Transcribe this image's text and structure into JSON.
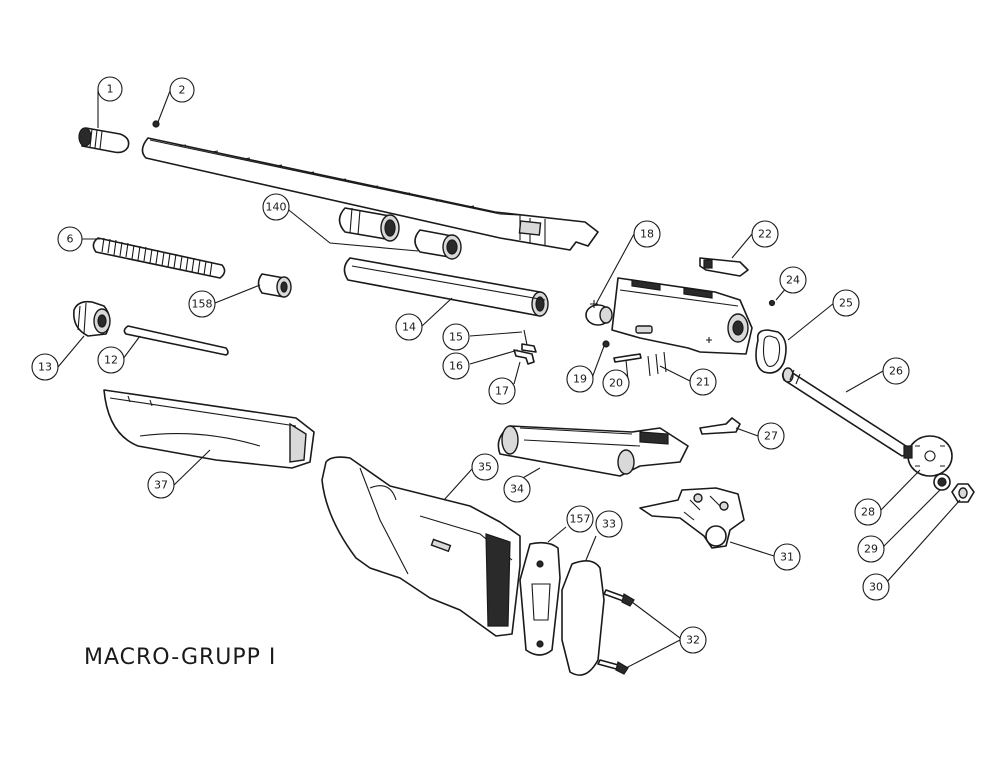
{
  "title": "MACRO-GRUPP I",
  "callouts": [
    {
      "label": "1"
    },
    {
      "label": "2"
    },
    {
      "label": "140"
    },
    {
      "label": "6"
    },
    {
      "label": "158"
    },
    {
      "label": "13"
    },
    {
      "label": "12"
    },
    {
      "label": "14"
    },
    {
      "label": "15"
    },
    {
      "label": "16"
    },
    {
      "label": "17"
    },
    {
      "label": "18"
    },
    {
      "label": "19"
    },
    {
      "label": "20"
    },
    {
      "label": "21"
    },
    {
      "label": "22"
    },
    {
      "label": "24"
    },
    {
      "label": "25"
    },
    {
      "label": "26"
    },
    {
      "label": "27"
    },
    {
      "label": "28"
    },
    {
      "label": "29"
    },
    {
      "label": "30"
    },
    {
      "label": "31"
    },
    {
      "label": "32"
    },
    {
      "label": "33"
    },
    {
      "label": "157"
    },
    {
      "label": "34"
    },
    {
      "label": "35"
    },
    {
      "label": "37"
    }
  ]
}
